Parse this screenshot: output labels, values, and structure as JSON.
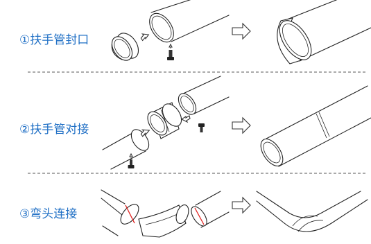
{
  "steps": [
    {
      "label": "①扶手管封口"
    },
    {
      "label": "②扶手管对接"
    },
    {
      "label": "③弯头连接"
    }
  ],
  "colors": {
    "label": "#1f6fc5",
    "joint_marker": "#e0201e"
  },
  "icons": [
    "end-cap-part",
    "screw-icon",
    "hollow-arrow-left-icon",
    "hollow-arrow-right-icon",
    "tube-part",
    "connector-sleeve-part",
    "elbow-part"
  ]
}
